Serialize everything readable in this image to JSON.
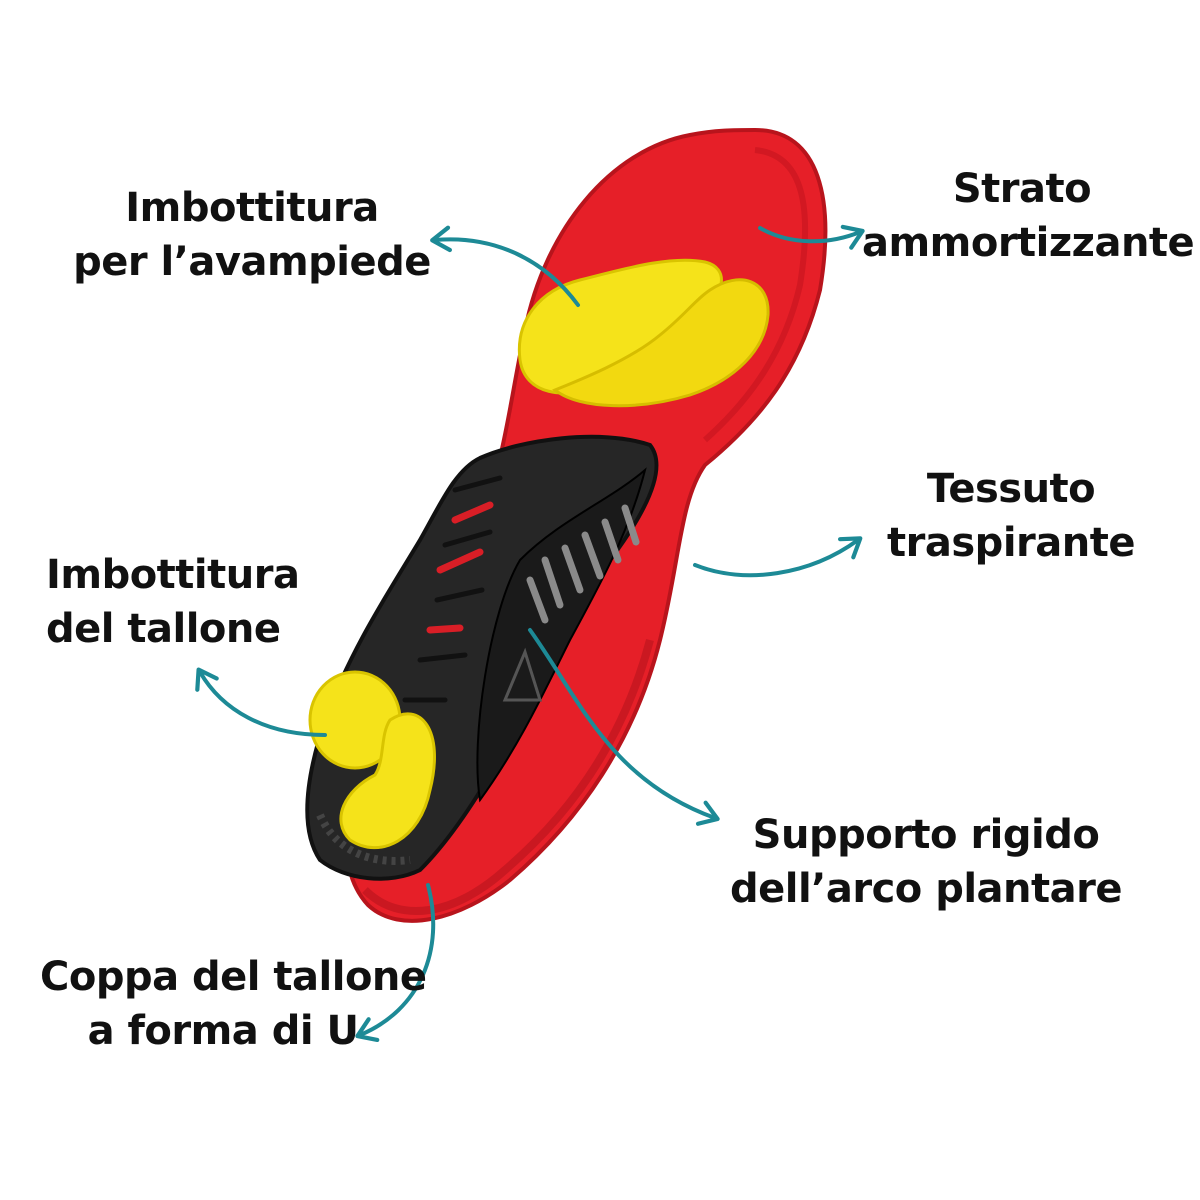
{
  "colors": {
    "background": "#ffffff",
    "insole_red": "#e61f28",
    "insole_red_dark": "#b8141c",
    "foam_yellow": "#f5e31a",
    "shell_black": "#262626",
    "vent_red": "#d91e26",
    "arrow_teal": "#1d8a96",
    "label_text": "#111111"
  },
  "labels": {
    "forefoot_pad": [
      "Imbottitura",
      "per l’avampiede"
    ],
    "cushion_layer": [
      "Strato",
      "ammortizzante"
    ],
    "breathable_fabric": [
      "Tessuto",
      "traspirante"
    ],
    "heel_pad": [
      "Imbottitura",
      "del tallone"
    ],
    "arch_support": [
      "Supporto rigido",
      "dell’arco plantare"
    ],
    "heel_cup": [
      "Coppa del tallone",
      "a forma di U"
    ]
  },
  "icons": {
    "insole": "insole-illustration",
    "arrow": "curved-arrow-icon"
  }
}
